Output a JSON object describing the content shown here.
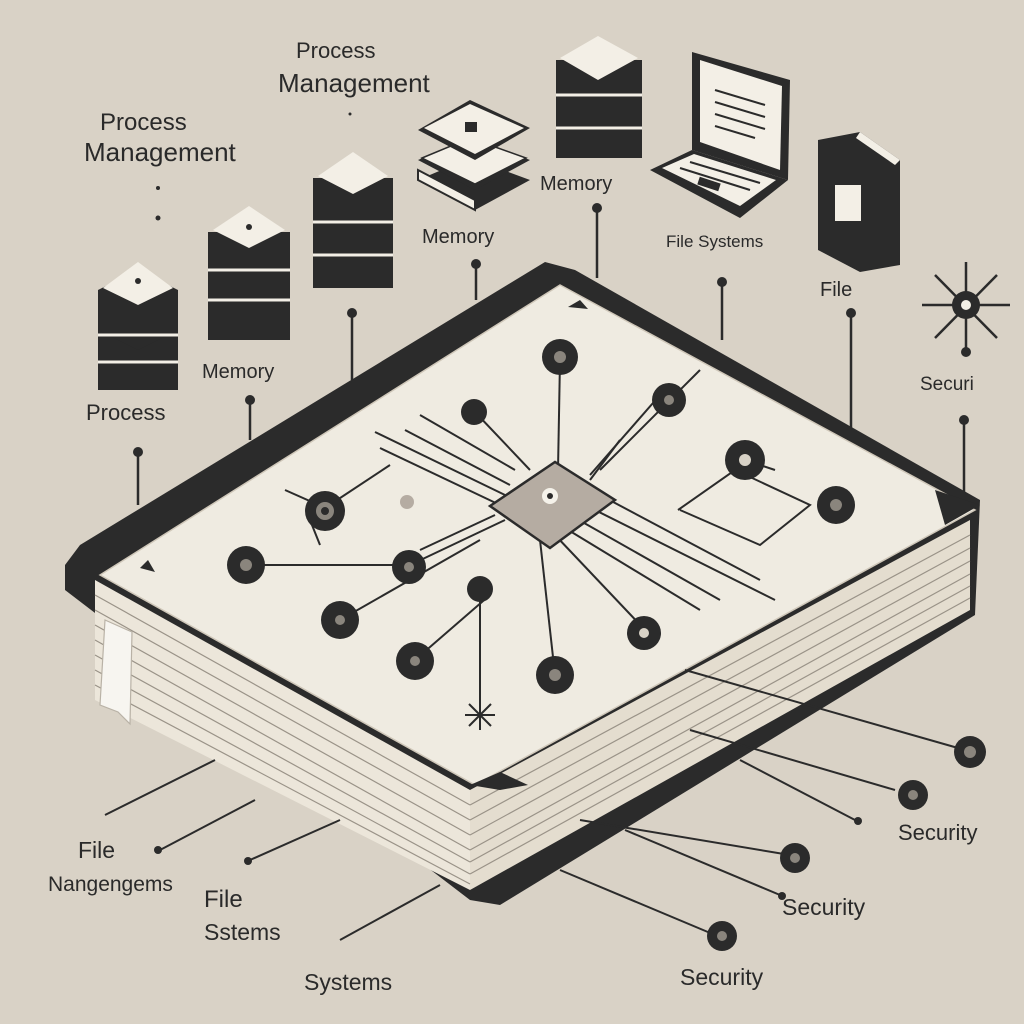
{
  "labels": {
    "process_management_left": [
      "Process",
      "Management"
    ],
    "process_management_top": [
      "Process",
      "Management"
    ],
    "process": "Process",
    "memory_left": "Memory",
    "memory_mid": "Memory",
    "memory_right": "Memory",
    "file_systems_top": "File Systems",
    "file_top": "File",
    "security_top": "Securi",
    "file_management_bottom": [
      "File",
      "Nangengems"
    ],
    "file_systems_bottom": [
      "File",
      "Sstems"
    ],
    "systems_bottom": "Systems",
    "security_right": "Security",
    "security_mid": "Security",
    "security_bottom": "Security"
  },
  "icons": [
    "server-stack-icon",
    "book-stack-icon",
    "laptop-icon",
    "book-icon",
    "network-star-icon",
    "sparkle-icon"
  ],
  "colors": {
    "background": "#d9d2c6",
    "page": "#efebe1",
    "dark": "#2b2b2b",
    "chip": "#b5aca2"
  }
}
